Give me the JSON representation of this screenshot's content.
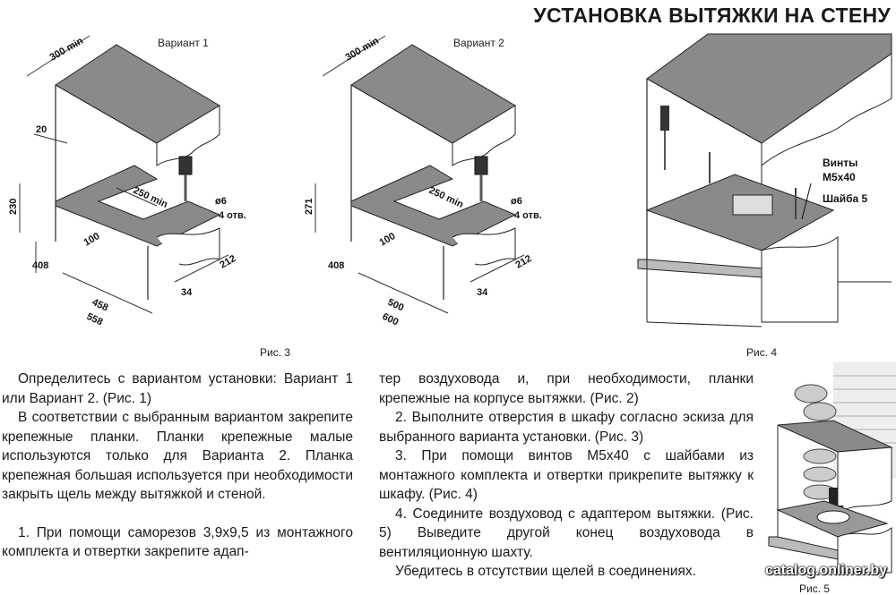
{
  "title": "УСТАНОВКА ВЫТЯЖКИ НА СТЕНУ",
  "fig3": {
    "variant1": "Вариант 1",
    "variant2": "Вариант 2",
    "caption": "Рис. 3",
    "v1": {
      "d300": "300 min",
      "d20": "20",
      "d230": "230",
      "d250": "250 min",
      "d6": "ø6",
      "holes": "4 отв.",
      "d100": "100",
      "d408": "408",
      "d212": "212",
      "d34": "34",
      "d458": "458",
      "d558": "558"
    },
    "v2": {
      "d300": "300 min",
      "d271": "271",
      "d250": "250 min",
      "d6": "ø6",
      "holes": "4 отв.",
      "d100": "100",
      "d408": "408",
      "d212": "212",
      "d34": "34",
      "d500": "500",
      "d600": "600"
    }
  },
  "fig4": {
    "caption": "Рис. 4",
    "screws1": "Винты",
    "screws2": "М5х40",
    "washer": "Шайба 5"
  },
  "fig5": {
    "caption": "Рис. 5"
  },
  "col1": {
    "p1": "Определитесь с вариантом установки: Вариант 1 или Вариант 2. (Рис. 1)",
    "p2": "В соответствии с выбранным вариантом закрепите крепежные планки. Планки крепежные малые используются только для Варианта 2. Планка крепежная большая используется при необходимости закрыть щель между вытяжкой и стеной.",
    "p3": "1. При помощи саморезов 3,9х9,5 из монтажного комплекта и отвертки закрепите адап-"
  },
  "col2": {
    "p1": "тер воздуховода и, при необходимости, планки крепежные на корпусе вытяжки. (Рис. 2)",
    "p2": "2. Выполните отверстия в шкафу согласно эскиза для выбранного варианта установки. (Рис. 3)",
    "p3": "3. При помощи винтов М5х40 с шайбами из монтажного комплекта и отвертки прикрепите вытяжку к шкафу. (Рис. 4)",
    "p4": "4. Соедините воздуховод с адаптером вытяжки. (Рис. 5) Выведите другой конец воздуховода в вентиляционную шахту.",
    "p5": "Убедитесь в отсутствии щелей в соединениях."
  },
  "watermark": "catalog.onliner.by"
}
